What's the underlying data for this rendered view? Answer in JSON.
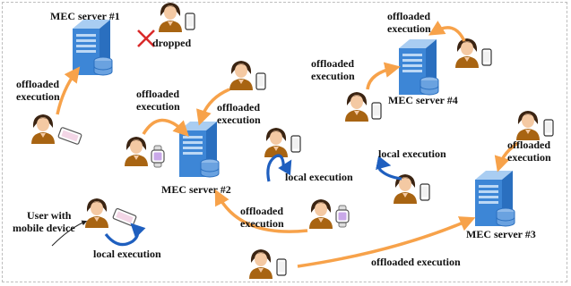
{
  "servers": {
    "s1": "MEC server #1",
    "s2": "MEC server #2",
    "s3": "MEC server #3",
    "s4": "MEC server #4"
  },
  "labels": {
    "dropped": "dropped",
    "offloaded_1": "offloaded",
    "execution_1": "execution",
    "offloaded_2": "offloaded",
    "execution_2": "execution",
    "offloaded_3": "offloaded",
    "execution_3": "execution",
    "offloaded_4": "offloaded",
    "execution_4": "execution",
    "offloaded_5": "offloaded",
    "execution_5": "execution",
    "offloaded_6": "offloaded",
    "execution_6": "execution",
    "offloaded_7": "offloaded",
    "execution_7": "execution",
    "offloaded_bottom": "offloaded execution",
    "local_1": "local execution",
    "local_2": "local execution",
    "local_3": "local execution",
    "user_with": "User with",
    "mobile_device": "mobile device"
  },
  "colors": {
    "orange": "#f7a24a",
    "blue": "#1f5fbf",
    "red_x": "#d92a2a",
    "server_blue": "#3d86d6",
    "skin": "#f4c9a3",
    "hair": "#3b2412",
    "shirt": "#a86412"
  }
}
